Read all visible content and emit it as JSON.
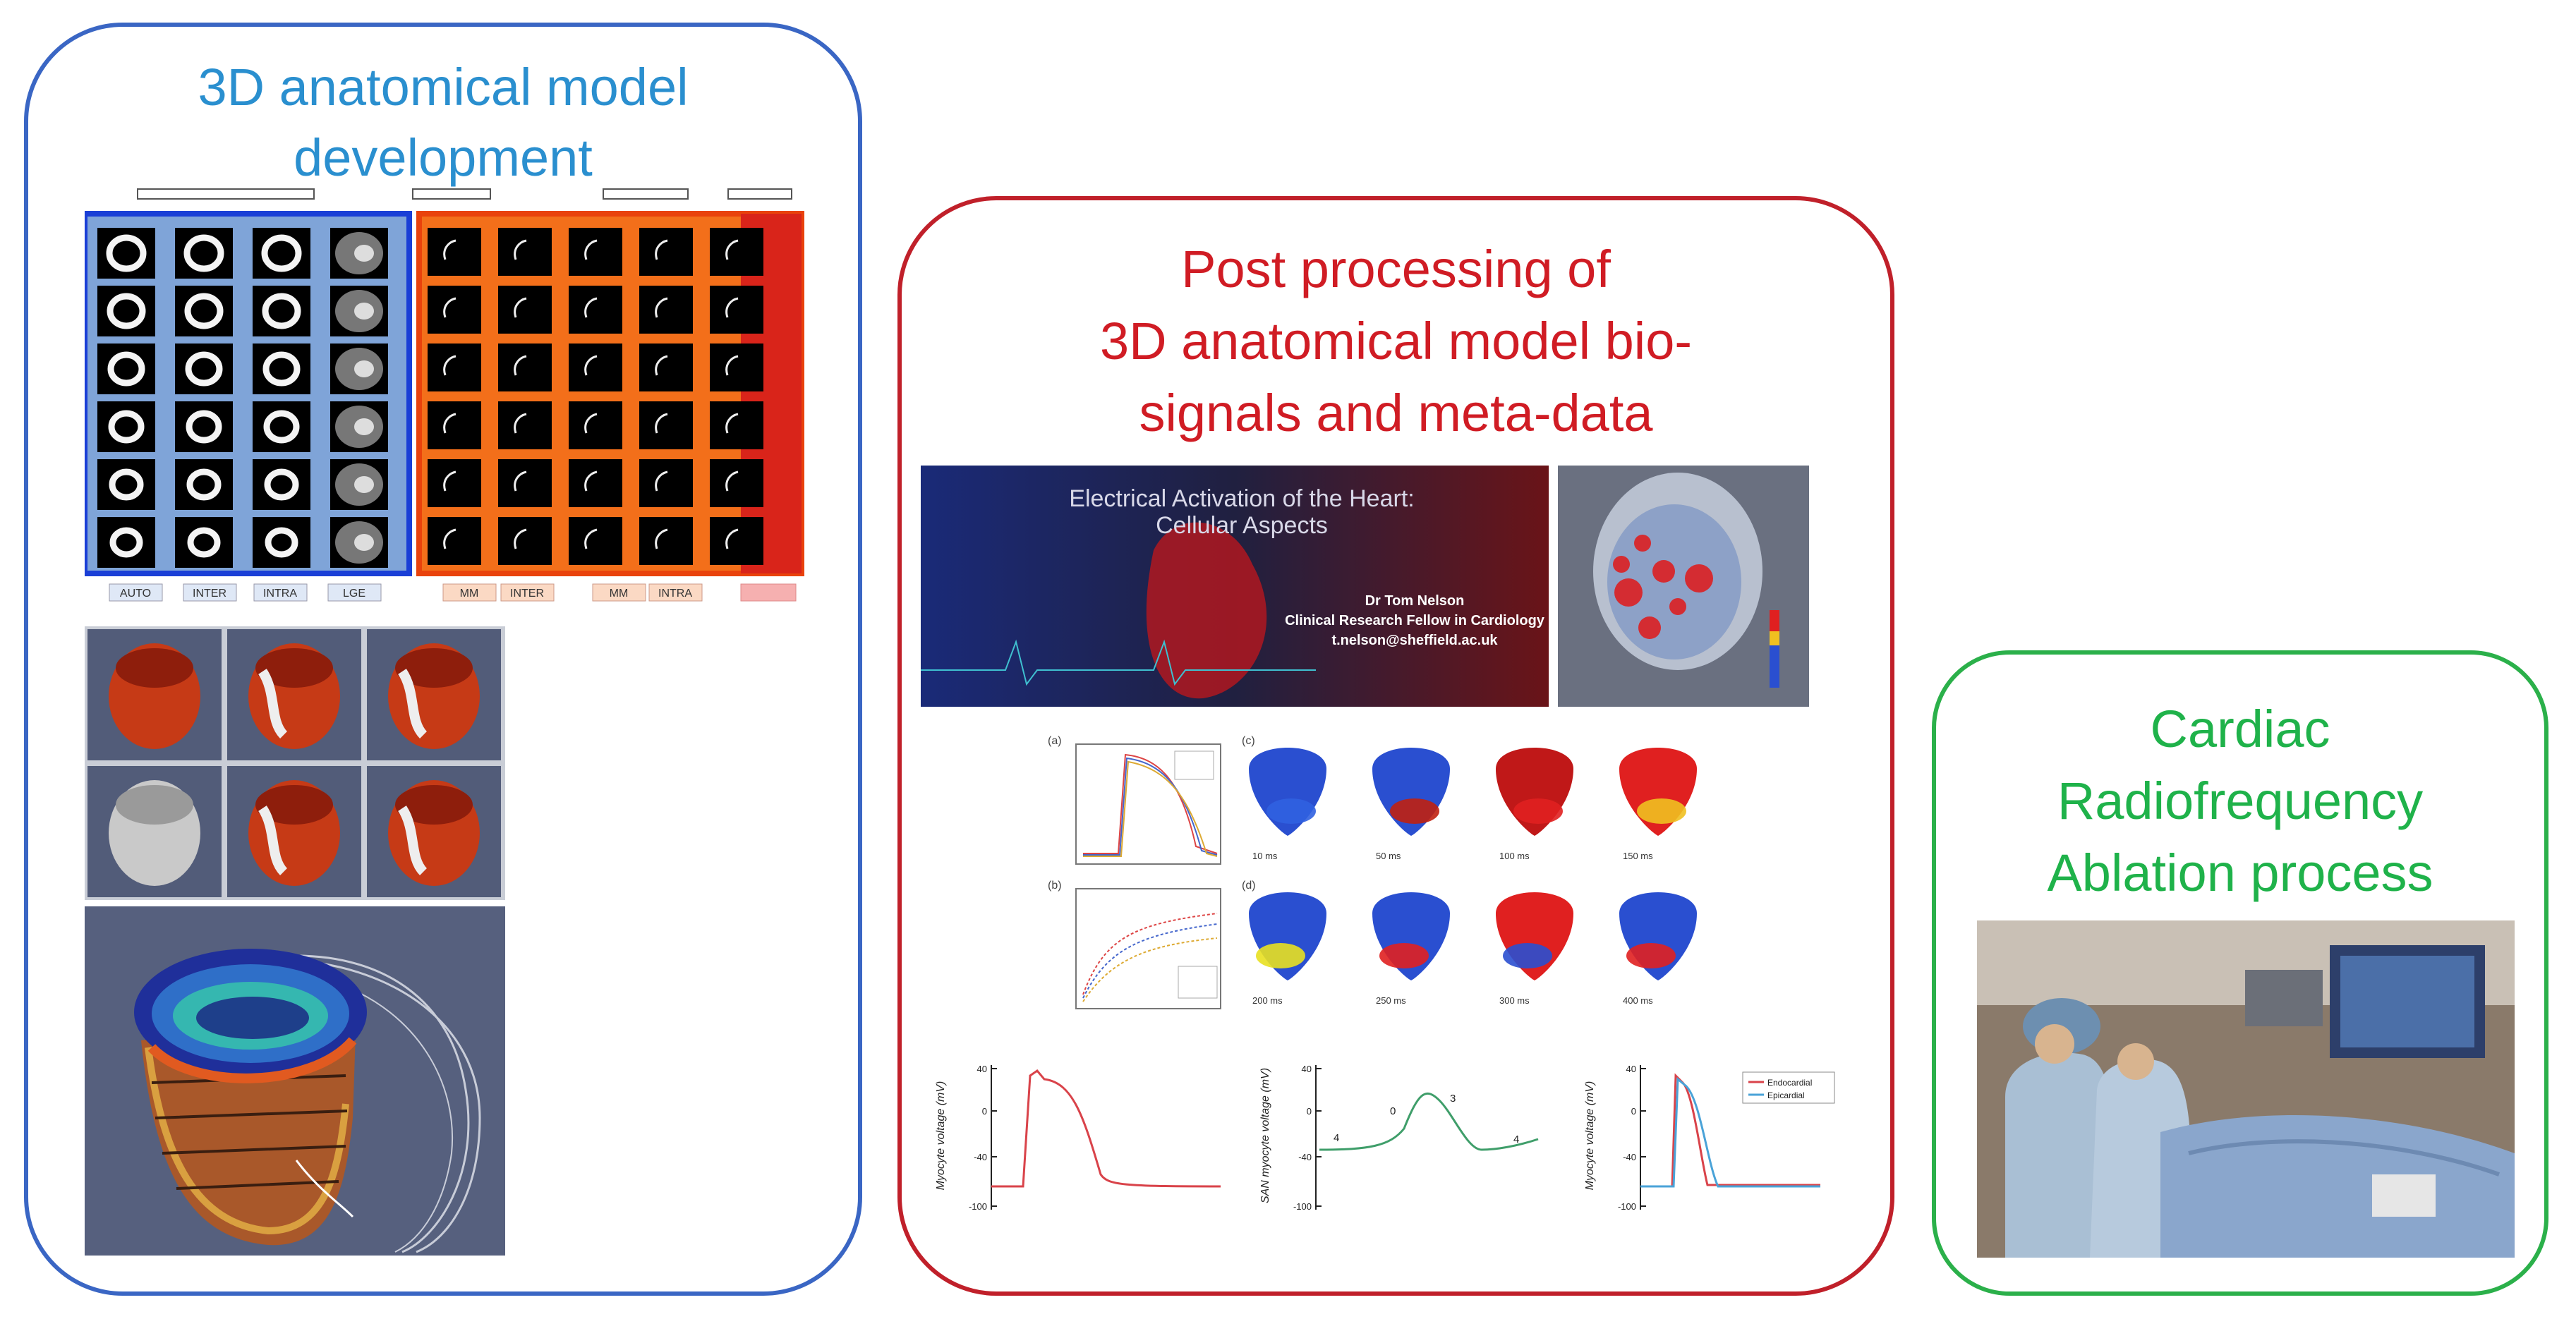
{
  "panels": {
    "anatomical": {
      "title_line1": "3D anatomical model",
      "title_line2": "development",
      "blue_grid_labels": [
        "AUTO",
        "INTER",
        "INTRA",
        "LGE"
      ],
      "orange_grid_labels": [
        "MM",
        "INTER",
        "MM",
        "INTRA"
      ]
    },
    "postprocessing": {
      "title_line1": "Post processing of",
      "title_line2": "3D anatomical model bio-",
      "title_line3": "signals and meta-data",
      "slide": {
        "title_line1": "Electrical Activation of the Heart:",
        "title_line2": "Cellular Aspects",
        "author": "Dr Tom Nelson",
        "role": "Clinical Research Fellow in Cardiology",
        "email": "t.nelson@sheffield.ac.uk"
      },
      "heart_map_labels_top": [
        "10 ms",
        "50 ms",
        "100 ms",
        "150 ms"
      ],
      "heart_map_labels_bottom": [
        "200 ms",
        "250 ms",
        "300 ms",
        "400 ms"
      ],
      "mini_panel_labels": [
        "(a)",
        "(c)",
        "(b)",
        "(d)"
      ],
      "trace1": {
        "ylabel": "Myocyte voltage (mV)",
        "ticks": [
          "40",
          "0",
          "-40",
          "-100"
        ]
      },
      "trace2": {
        "ylabel": "SAN myocyte voltage (mV)",
        "ticks": [
          "40",
          "0",
          "-40",
          "-100"
        ],
        "phase_labels": [
          "4",
          "0",
          "3",
          "4"
        ]
      },
      "trace3": {
        "ylabel": "Myocyte voltage (mV)",
        "ticks": [
          "40",
          "0",
          "-40",
          "-100"
        ],
        "legend": [
          "Endocardial",
          "Epicardial"
        ]
      }
    },
    "ablation": {
      "title_line1": "Cardiac",
      "title_line2": "Radiofrequency",
      "title_line3": "Ablation process"
    }
  },
  "colors": {
    "blue_frame": "#3a66c4",
    "red_frame": "#c0202a",
    "green_frame": "#2bb04a",
    "blue_title": "#2a8fcf",
    "red_title": "#d01c24",
    "green_title": "#1fb24a"
  }
}
